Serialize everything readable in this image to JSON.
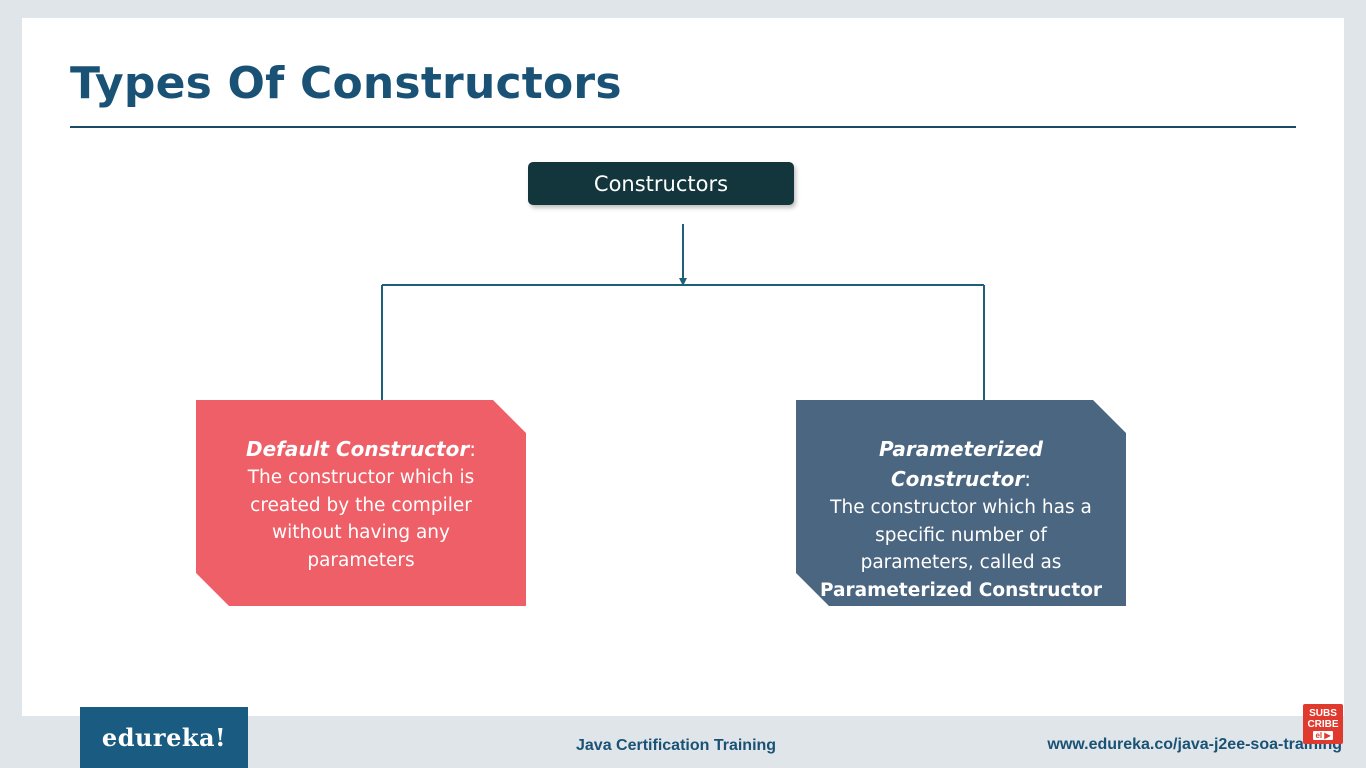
{
  "slide": {
    "title": "Types Of Constructors"
  },
  "diagram": {
    "root": {
      "label": "Constructors"
    },
    "children": [
      {
        "title": "Default Constructor",
        "colon": ":",
        "body": "The constructor which is created by the compiler without having any parameters",
        "color": "#ef5f67"
      },
      {
        "title": "Parameterized Constructor",
        "colon": ":",
        "body": "The constructor which has a specific number of parameters, called as",
        "body_bold": "Parameterized Constructor",
        "color": "#4b6680"
      }
    ],
    "root_color": "#12363c",
    "connector_color": "#1f5f7a"
  },
  "footer": {
    "logo": "edureka!",
    "course": "Java Certification Training",
    "url": "www.edureka.co/java-j2ee-soa-training",
    "subscribe_top": "SUBS",
    "subscribe_mid": "CRIBE",
    "subscribe_icon": "el ▶"
  }
}
